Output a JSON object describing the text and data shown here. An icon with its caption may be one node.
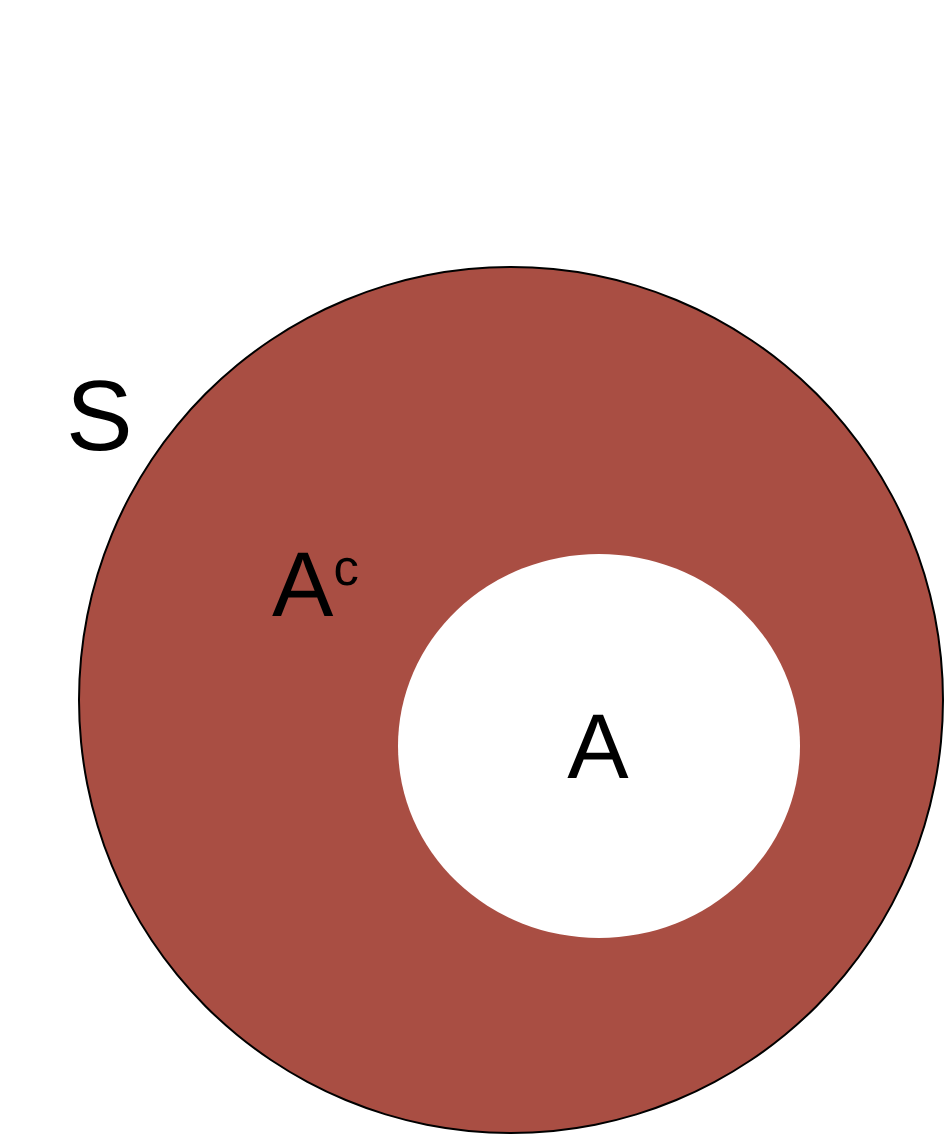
{
  "diagram": {
    "nodes": [
      {
        "text": [
          "S",
          "A$^{c}$"
        ]
      },
      {
        "text": [
          "A"
        ],
        "in": 0
      }
    ]
  }
}
